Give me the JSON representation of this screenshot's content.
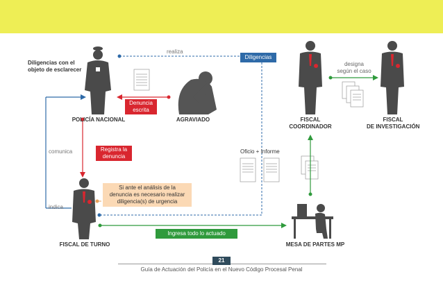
{
  "actors": {
    "policia": "POLICÍA NACIONAL",
    "agraviado": "AGRAVIADO",
    "fiscal_coordinador": "FISCAL\nCOORDINADOR",
    "fiscal_investigacion": "FISCAL\nDE INVESTIGACIÓN",
    "fiscal_turno": "FISCAL DE TURNO",
    "mesa_partes": "MESA DE PARTES MP"
  },
  "labels": {
    "diligencias_objeto": "Diligencias con el\nobjeto de esclarecer",
    "realiza": "realiza",
    "diligencias": "Diligencias",
    "denuncia_escrita": "Denuncia\nescrita",
    "designa": "designa\nsegún el caso",
    "comunica": "comunica",
    "registra": "Registra la\ndenuncia",
    "oficio_informe": "Oficio + Informe",
    "si_ante": "Si ante el análisis de la\ndenuncia es necesario realizar\ndiligencia(s) de urgencia",
    "indica": "indica",
    "ingresa": "Ingresa todo lo actuado"
  },
  "footer": {
    "page_number": "21",
    "text": "Guía de Actuación del Policía en el Nuevo Código Procesal Penal"
  },
  "colors": {
    "band": "#eeee55",
    "red": "#d9262f",
    "blue": "#2e6aa8",
    "green": "#2f9a3c",
    "orange": "#fbd9b5",
    "figure": "#4a4a4a"
  }
}
